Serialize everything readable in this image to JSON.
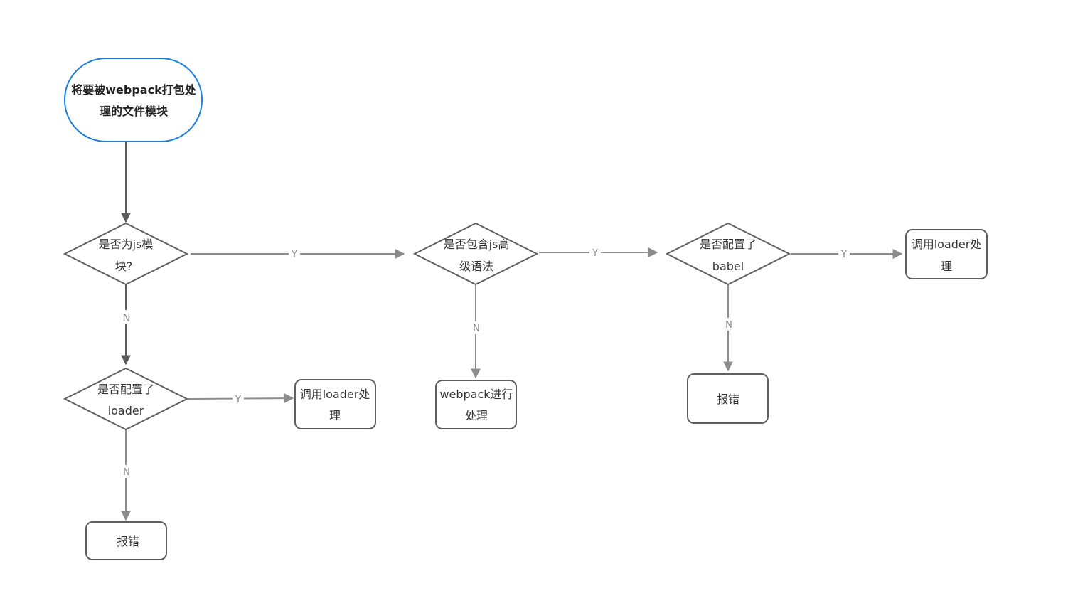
{
  "colors": {
    "start_border": "#1a7fe0",
    "shape_border": "#5f5f5f",
    "dark_edge": "#5a5a5a",
    "light_edge": "#8c8c8c",
    "edge_label": "#888888"
  },
  "nodes": {
    "start": {
      "lines": [
        "将要被webpack打包处",
        "理的文件模块"
      ]
    },
    "is_js_module": {
      "lines": [
        "是否为js模",
        "块?"
      ]
    },
    "has_advanced_syntax": {
      "lines": [
        "是否包含js高",
        "级语法"
      ]
    },
    "babel_configured": {
      "lines": [
        "是否配置了",
        "babel"
      ]
    },
    "use_loader_right": {
      "lines": [
        "调用loader处",
        "理"
      ]
    },
    "loader_configured": {
      "lines": [
        "是否配置了",
        "loader"
      ]
    },
    "use_loader_left": {
      "lines": [
        "调用loader处",
        "理"
      ]
    },
    "webpack_handles": {
      "lines": [
        "webpack进行",
        "处理"
      ]
    },
    "error_right": {
      "lines": [
        "报错"
      ]
    },
    "error_left": {
      "lines": [
        "报错"
      ]
    }
  },
  "edges": {
    "yes_label": "Y",
    "no_label": "N"
  }
}
